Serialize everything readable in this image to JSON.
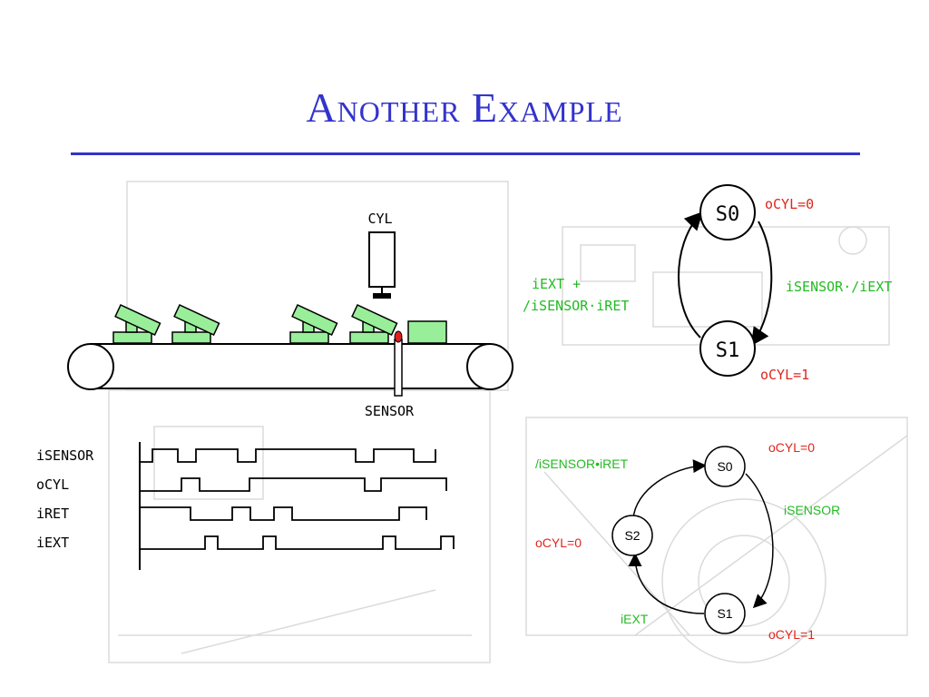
{
  "title": "Another Example",
  "colors": {
    "title": "#3333cc",
    "output": "#e0241b",
    "transition": "#22bb22"
  },
  "machine": {
    "cylinder_label": "CYL",
    "sensor_label": "SENSOR"
  },
  "timing": {
    "signals": [
      {
        "name": "iSENSOR",
        "levels": [
          0,
          1,
          0,
          0,
          1,
          0,
          0,
          0,
          0,
          1,
          0,
          1,
          0
        ],
        "bounds": [
          168,
          196,
          216,
          262,
          282,
          392,
          412,
          456,
          480
        ]
      },
      {
        "name": "oCYL",
        "levels": [
          0,
          1,
          0
        ],
        "bounds": [
          200,
          220,
          275,
          402,
          420,
          492
        ]
      },
      {
        "name": "iRET",
        "levels": [
          1,
          0
        ],
        "bounds": [
          210,
          256,
          276,
          302,
          322,
          440,
          470
        ]
      },
      {
        "name": "iEXT",
        "levels": [
          0,
          1,
          0
        ],
        "bounds": [
          226,
          240,
          290,
          304,
          422,
          436,
          486,
          500
        ]
      }
    ]
  },
  "fsm_top": {
    "states": [
      "S0",
      "S1"
    ],
    "outputs": [
      "oCYL=0",
      "oCYL=1"
    ],
    "transitions": [
      "iSENSOR·/iEXT",
      "iEXT +\n/iSENSOR·iRET"
    ]
  },
  "fsm_bottom": {
    "states": [
      "S0",
      "S1",
      "S2"
    ],
    "outputs": [
      "oCYL=0",
      "oCYL=1",
      "oCYL=0"
    ],
    "transitions": [
      "iSENSOR",
      "iEXT",
      "/iSENSOR•iRET"
    ]
  }
}
